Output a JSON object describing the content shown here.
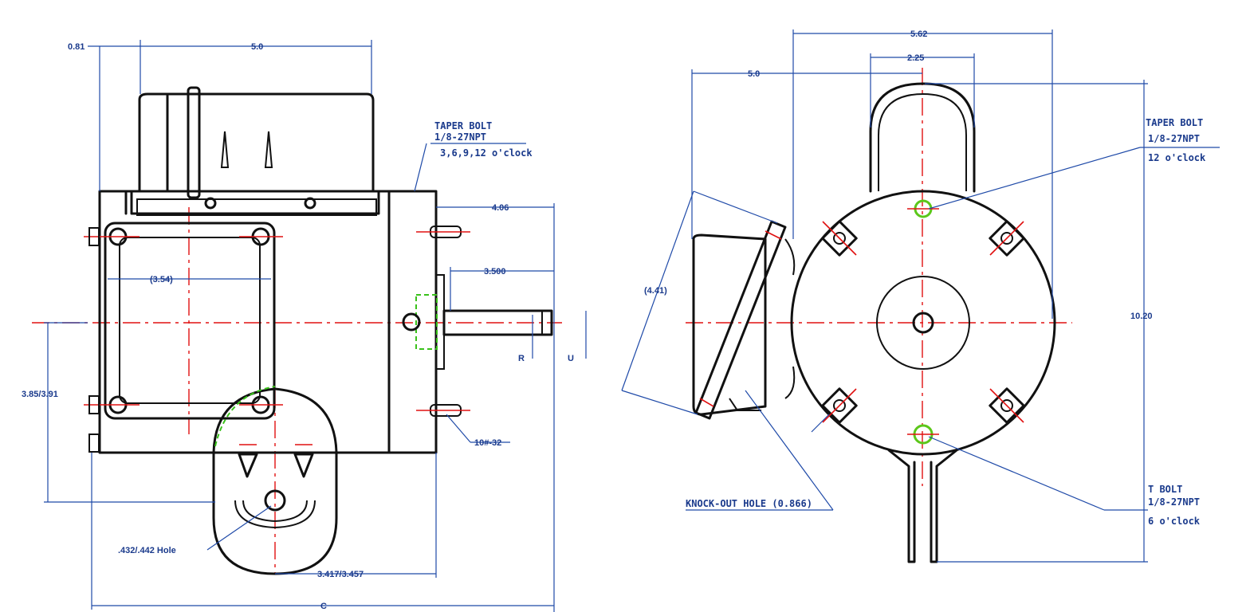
{
  "left_view": {
    "dim_top_small": "0.81",
    "dim_top_main": "5.0",
    "dim_right_top": "4.06",
    "dim_box_width": "(3.54)",
    "dim_shaft": "3.500",
    "dim_height": "3.85/3.91",
    "dim_r": "R",
    "dim_u": "U",
    "dim_screw": "10#-32",
    "dim_hole": ".432/.442 Hole",
    "dim_foot": "3.417/3.457",
    "dim_c": "C",
    "note_taper_bolt": [
      "TAPER BOLT",
      "1/8-27NPT",
      "3,6,9,12 o'clock"
    ]
  },
  "right_view": {
    "dim_width": "5.62",
    "dim_inner": "2.25",
    "dim_left": "5.0",
    "dim_box": "(4.41)",
    "dim_height": "10.20",
    "note_taper_bolt": [
      "TAPER BOLT",
      "1/8-27NPT",
      "12 o'clock"
    ],
    "note_t_bolt": [
      "T BOLT",
      "1/8-27NPT",
      "6 o'clock"
    ],
    "note_knockout": "KNOCK-OUT HOLE (0.866)"
  },
  "colors": {
    "outline": "#111111",
    "dimension": "#1f4aa8",
    "centerline": "#e01010",
    "fitting": "#39c11a"
  }
}
